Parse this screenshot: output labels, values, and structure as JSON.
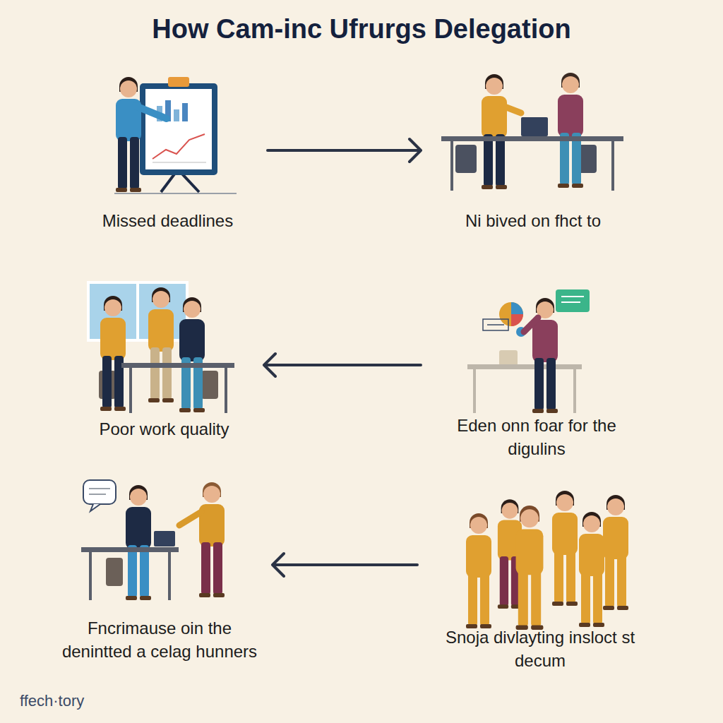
{
  "diagram": {
    "title": "How Cam-inc Ufrurgs Delegation",
    "nodes": [
      {
        "text": [
          "Missed deadlines"
        ]
      },
      {
        "text": [
          "Ni bived on fhct to"
        ]
      },
      {
        "text": [
          "Poor work quality"
        ]
      },
      {
        "text": [
          "Eden onn foar for the digulins"
        ]
      },
      {
        "text": [
          "Fncrimause oin the denintted a celag hunners"
        ]
      },
      {
        "text": [
          "Snoja divlayting insloct st decum"
        ]
      }
    ],
    "edges": [
      {
        "from": 0,
        "to": 1,
        "arrow": "to"
      },
      {
        "from": 3,
        "to": 2,
        "arrow": "to"
      },
      {
        "from": 5,
        "to": 4,
        "arrow": "to"
      }
    ],
    "labels": [
      "ffech·tory"
    ]
  }
}
